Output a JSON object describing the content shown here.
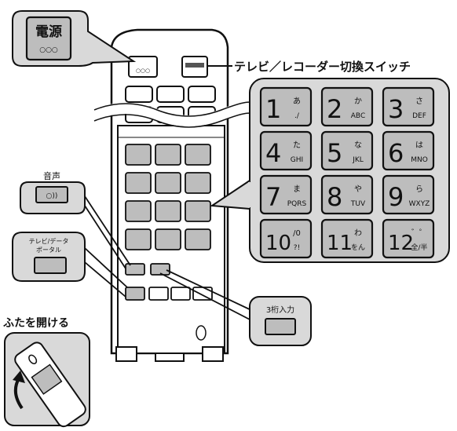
{
  "power_button": {
    "label": "電源",
    "dots": "○○○"
  },
  "audio_button": {
    "label": "音声",
    "symbol": "○))"
  },
  "tv_data_portal_button": {
    "label_line1": "テレビ/データ",
    "label_line2": "ポータル"
  },
  "open_lid": {
    "label": "ふたを開ける"
  },
  "tv_recorder_switch": {
    "label": "テレビ／レコーダー切換スイッチ"
  },
  "three_digit_input": {
    "label": "3桁入力"
  },
  "number_keys": [
    {
      "num": "1",
      "kana": "あ",
      "sub": "./"
    },
    {
      "num": "2",
      "kana": "か",
      "sub": "ABC"
    },
    {
      "num": "3",
      "kana": "さ",
      "sub": "DEF"
    },
    {
      "num": "4",
      "kana": "た",
      "sub": "GHI"
    },
    {
      "num": "5",
      "kana": "な",
      "sub": "JKL"
    },
    {
      "num": "6",
      "kana": "は",
      "sub": "MNO"
    },
    {
      "num": "7",
      "kana": "ま",
      "sub": "PQRS"
    },
    {
      "num": "8",
      "kana": "や",
      "sub": "TUV"
    },
    {
      "num": "9",
      "kana": "ら",
      "sub": "WXYZ"
    },
    {
      "num": "10",
      "kana": "/0",
      "sub": "?!"
    },
    {
      "num": "11",
      "kana": "わ",
      "sub": "をん"
    },
    {
      "num": "12",
      "kana": "゛゜",
      "sub": "全/半"
    }
  ],
  "colors": {
    "panel": "#d9d9d9",
    "key": "#bdbdbd",
    "line": "#1a1a1a",
    "remote_body": "#ffffff"
  }
}
